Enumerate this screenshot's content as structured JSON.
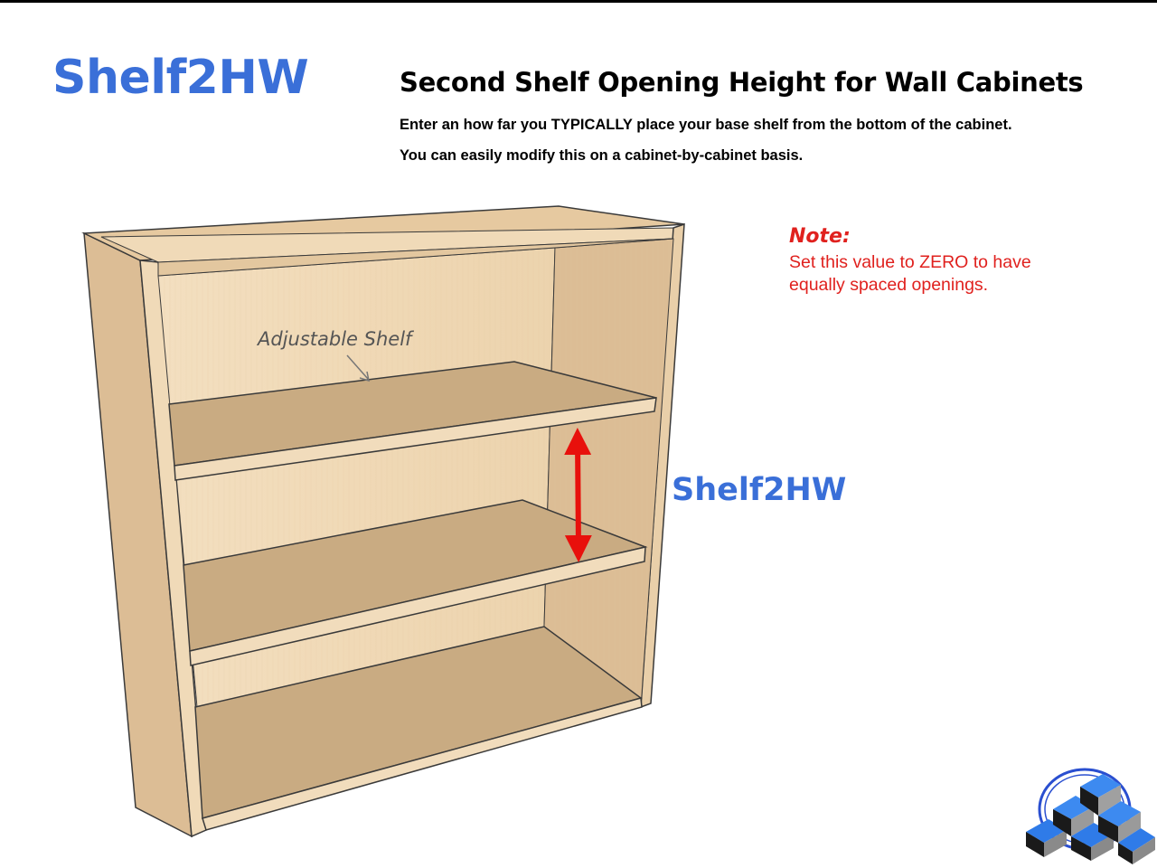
{
  "header": {
    "big_title": "Shelf2HW",
    "heading": "Second Shelf Opening Height for Wall Cabinets",
    "description_line1": "Enter an how far you TYPICALLY place your base shelf from the bottom of the cabinet.",
    "description_line2": "You can easily modify this on a cabinet-by-cabinet basis."
  },
  "note": {
    "label": "Note:",
    "text": "Set this value to ZERO to have equally spaced openings."
  },
  "diagram": {
    "shelf_callout": "Adjustable Shelf",
    "dimension_label": "Shelf2HW",
    "colors": {
      "accent_blue": "#3a6fd8",
      "arrow_red": "#e8100c",
      "note_red": "#e0211e",
      "wood_light": "#f1dcbc",
      "wood_mid": "#e3c79f",
      "wood_dark": "#c9ab82"
    }
  }
}
